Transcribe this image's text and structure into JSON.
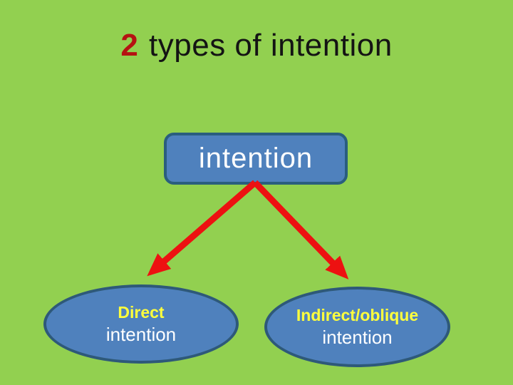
{
  "slide": {
    "title": {
      "number": "2",
      "rest": " types of intention"
    },
    "root_box": {
      "label": "intention"
    },
    "nodes": [
      {
        "line1": "Direct",
        "line2": "intention"
      },
      {
        "line1": "Indirect/oblique",
        "line2": "intention"
      }
    ],
    "colors": {
      "background": "#92D050",
      "shape_fill": "#4F81BD",
      "box_border": "#2A5E7E",
      "ellipse_border": "#2E5979",
      "arrow_red": "#ED1111",
      "title_number_red": "#B51212",
      "title_text": "#141414",
      "node_heading_yellow": "#FFFF3C",
      "node_text_white": "#FFFFFF"
    }
  }
}
